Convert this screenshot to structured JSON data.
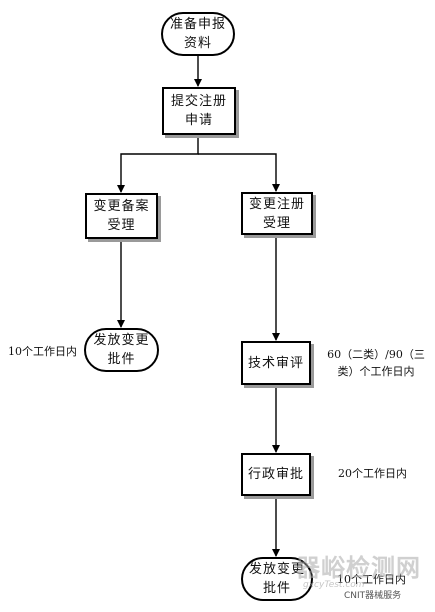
{
  "nodes": {
    "prepare": "准备申报\n资料",
    "submit": "提交注册\n申请",
    "change_record": "变更备案\n受理",
    "change_register": "变更注册\n受理",
    "issue_left": "发放变更\n批件",
    "tech_review": "技术审评",
    "admin_review": "行政审批",
    "issue_right": "发放变更\n批件"
  },
  "notes": {
    "left_days": "10个工作日内",
    "tech_days": "60（二类）/90（三\n类）个工作日内",
    "admin_days": "20个工作日内",
    "right_days": "10个工作日内"
  },
  "watermark": {
    "cn": "器峪检测网",
    "en": "gxcyTest.com",
    "sub": "CNIT器械服务"
  }
}
